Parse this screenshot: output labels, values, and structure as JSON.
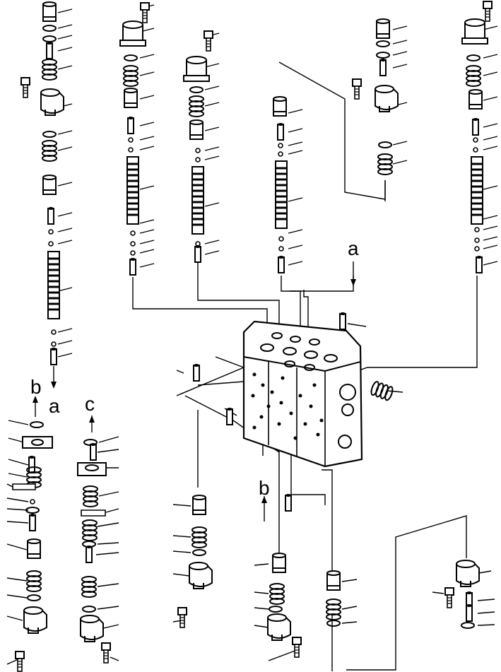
{
  "callouts": {
    "a_top": "a",
    "b_left": "b",
    "a_left": "a",
    "c_left": "c",
    "b_center": "b"
  },
  "colors": {
    "ink": "#000000",
    "paper": "#ffffff"
  }
}
